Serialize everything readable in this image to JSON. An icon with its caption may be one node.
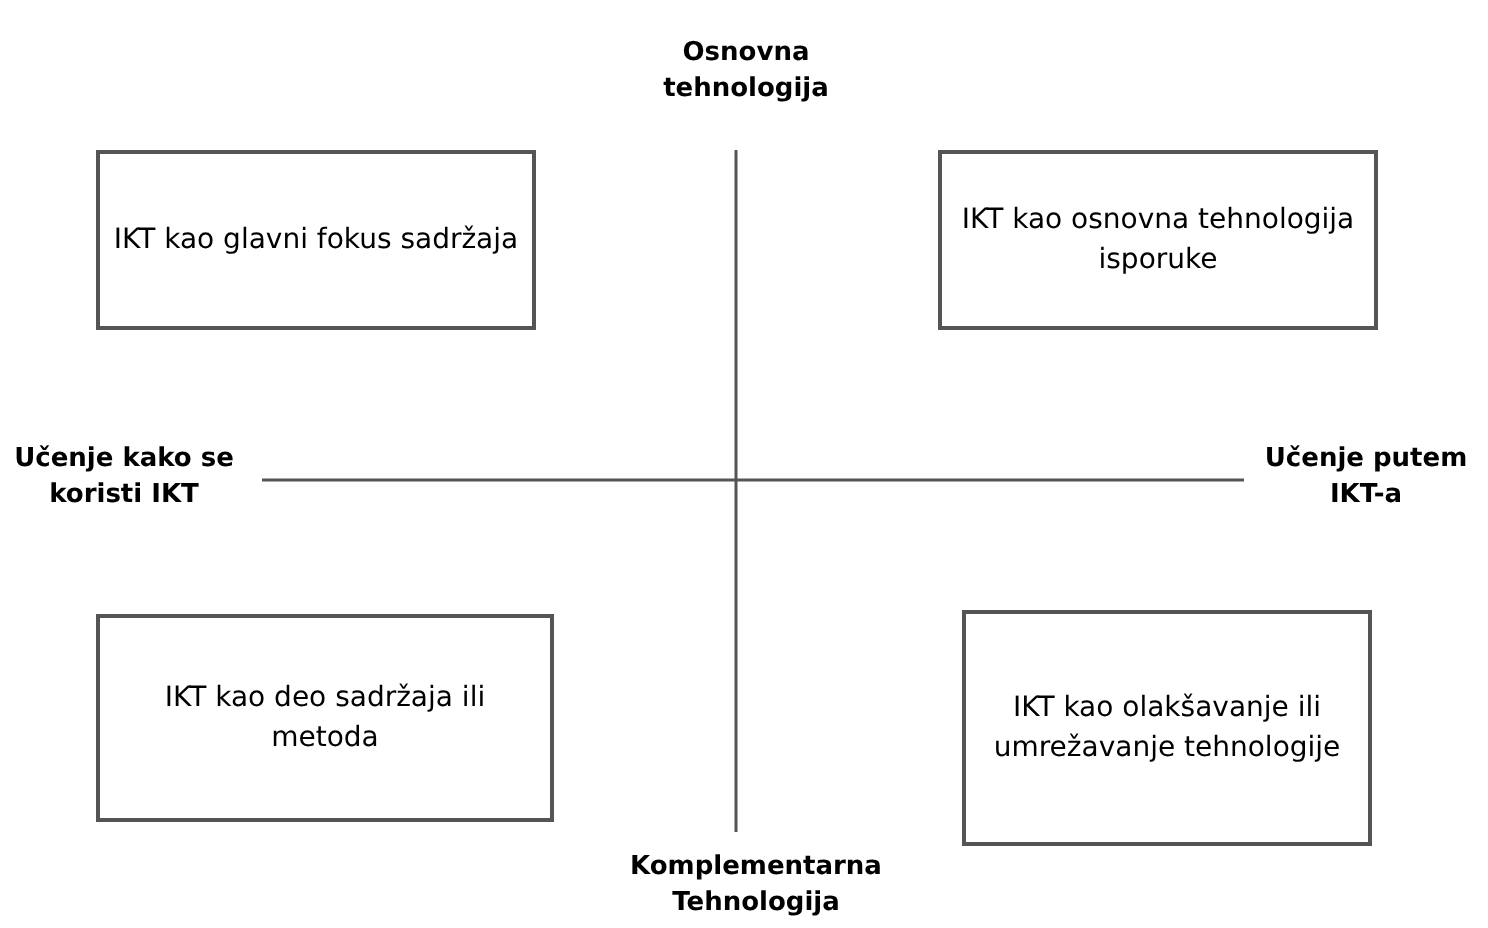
{
  "diagram": {
    "nodes": [
      {
        "text": [
          "IKT kao glavni fokus sadržaja"
        ]
      },
      {
        "text": [
          "IKT kao osnovna tehnologija isporuke"
        ]
      },
      {
        "text": [
          "IKT kao deo sadržaja ili metoda"
        ]
      },
      {
        "text": [
          "IKT kao olakšavanje ili umrežavanje tehnologije"
        ]
      }
    ],
    "labels": [
      "Osnovna tehnologija",
      "Učenje kako se koristi IKT",
      "Učenje putem IKT-a",
      "Komplementarna Tehnologija"
    ]
  }
}
